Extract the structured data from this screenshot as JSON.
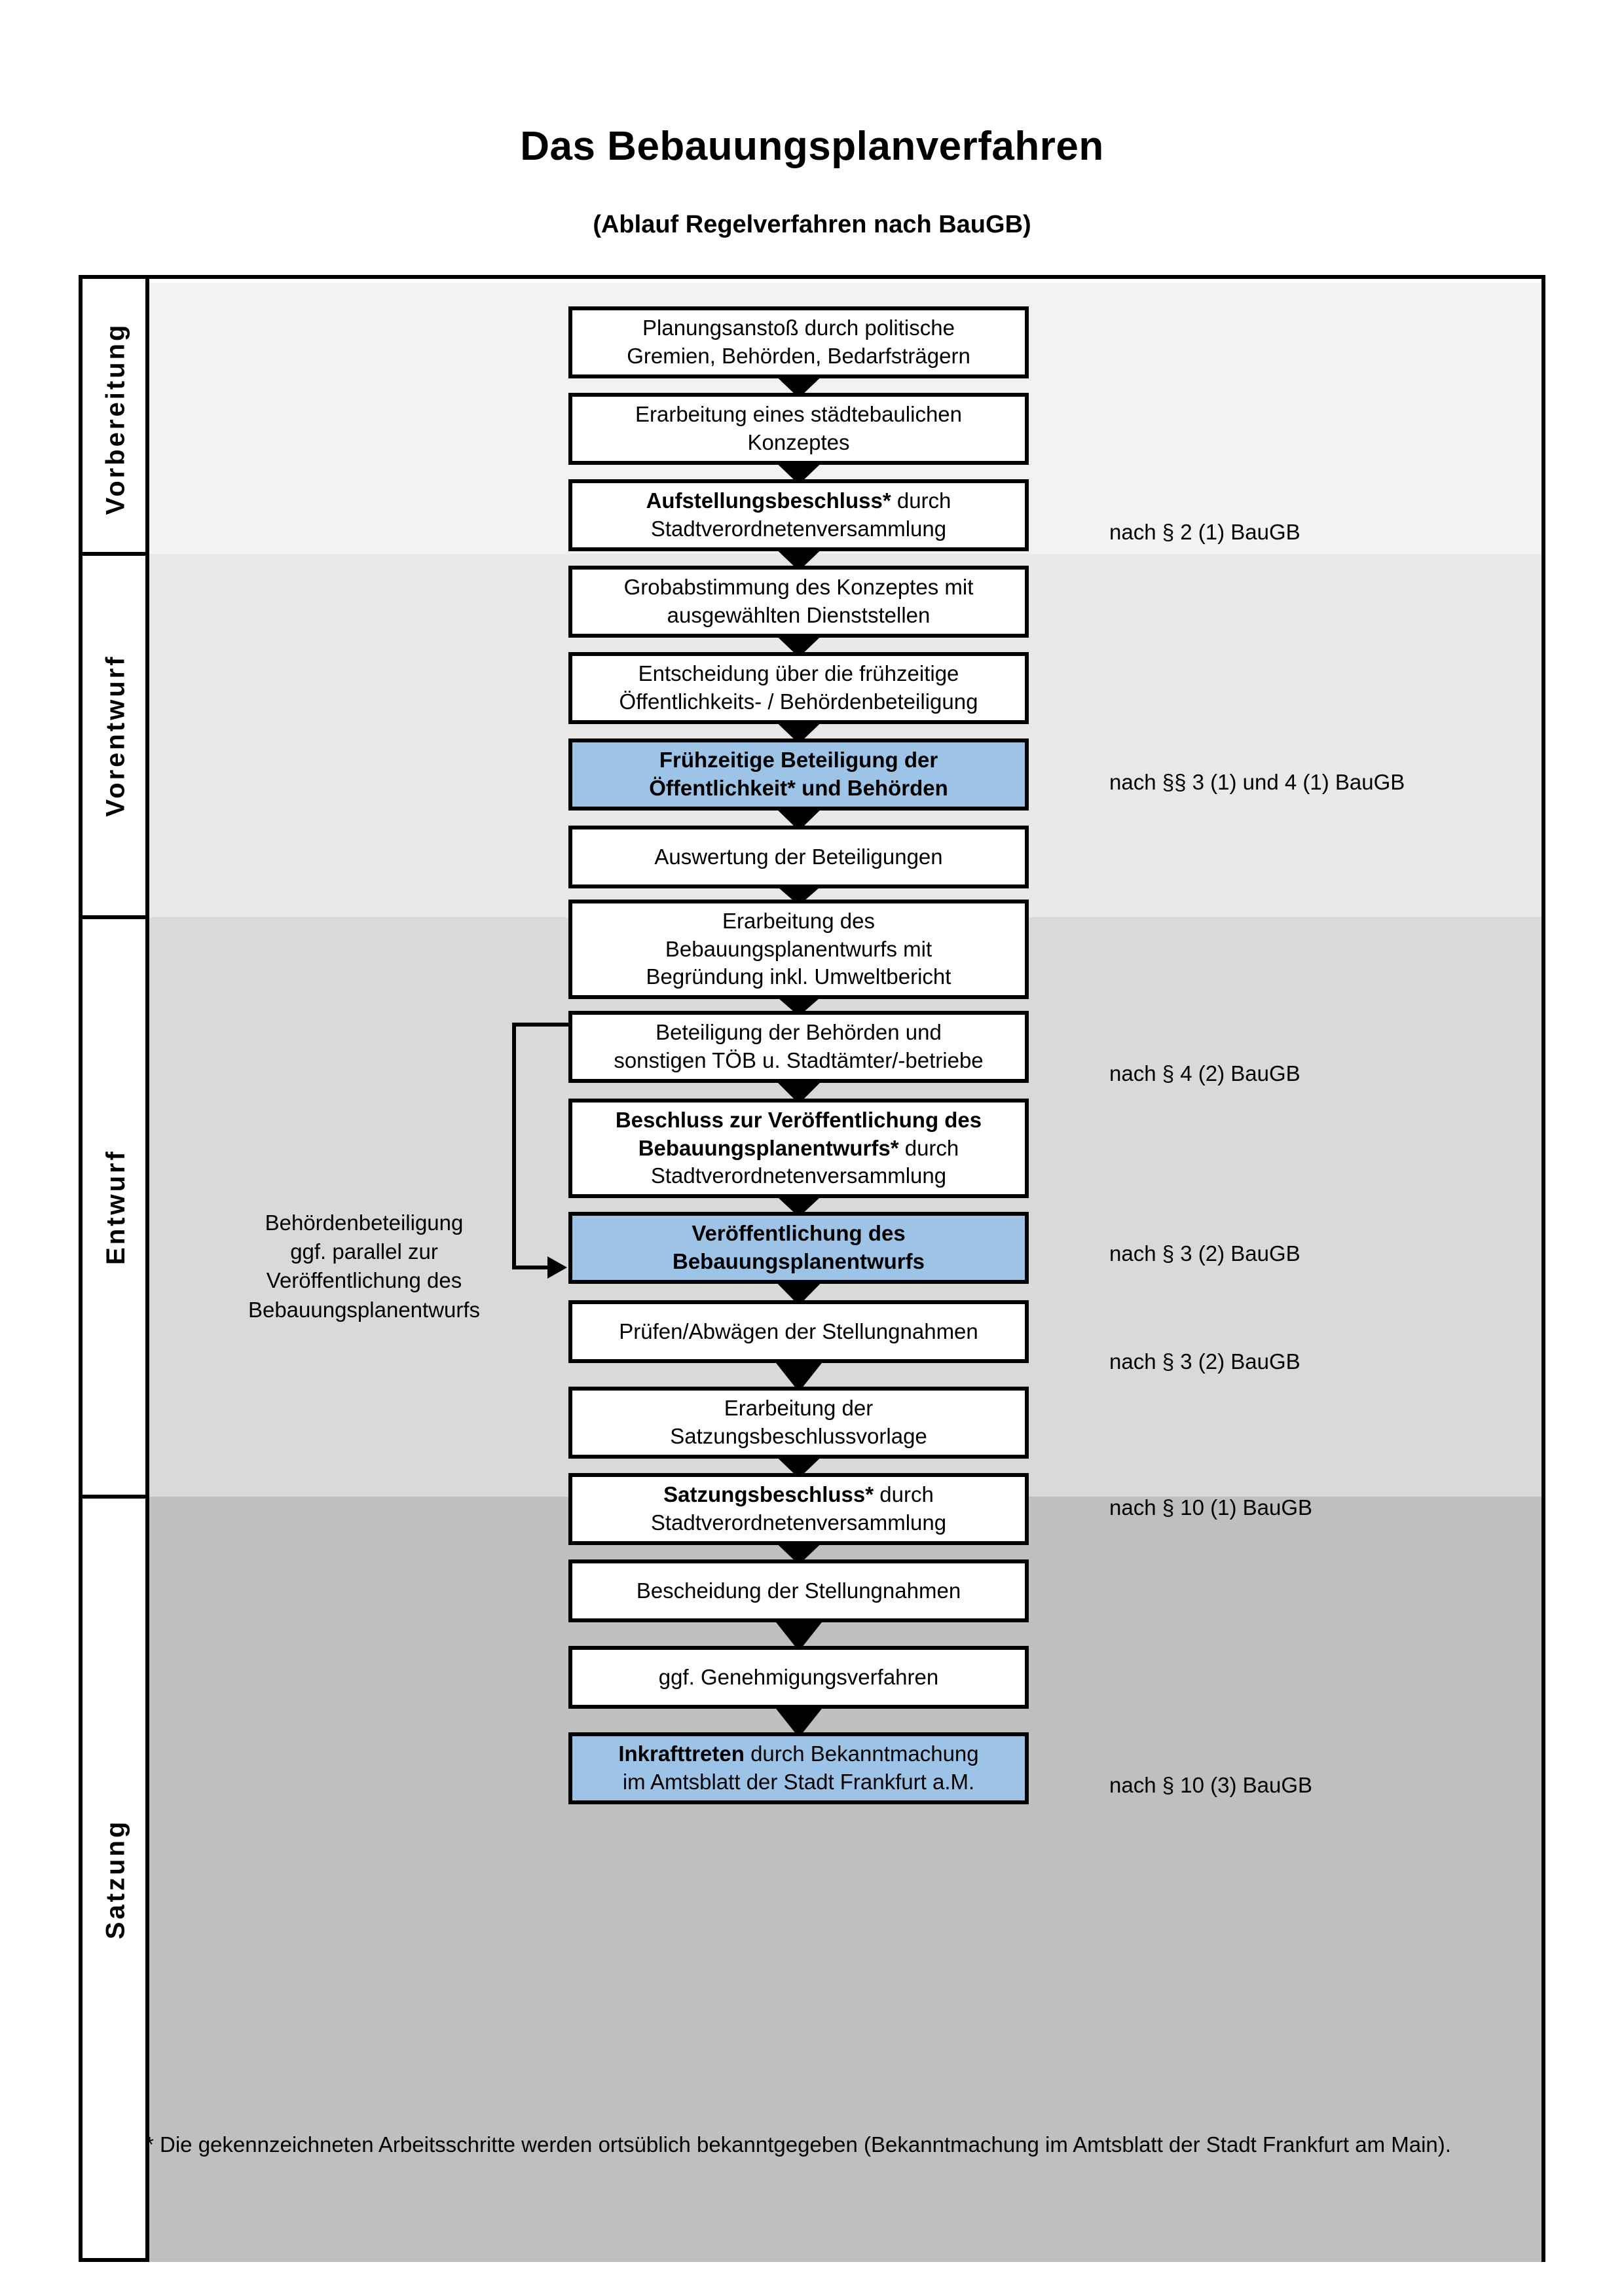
{
  "header": {
    "title": "Das Bebauungsplanverfahren",
    "subtitle": "(Ablauf Regelverfahren nach BauGB)"
  },
  "colors": {
    "highlight_blue": "#9DC3E6",
    "band_vorbereitung": "#F2F2F2",
    "band_vorentwurf": "#E8E8E8",
    "band_entwurf": "#D9D9D9",
    "band_satzung": "#BFBFBF",
    "border": "#000000"
  },
  "phases": [
    {
      "label": "Vorbereitung",
      "background": "#F2F2F2"
    },
    {
      "label": "Vorentwurf",
      "background": "#E8E8E8"
    },
    {
      "label": "Entwurf",
      "background": "#D9D9D9"
    },
    {
      "label": "Satzung",
      "background": "#BFBFBF"
    }
  ],
  "steps": [
    {
      "id": "planungsanstoss",
      "phase": "Vorbereitung",
      "highlight": false,
      "lines": [
        {
          "text": "Planungsanstoß durch politische",
          "bold": false
        },
        {
          "text": "Gremien, Behörden, Bedarfsträgern",
          "bold": false
        }
      ]
    },
    {
      "id": "erarbeitung-konzept",
      "phase": "Vorbereitung",
      "highlight": false,
      "lines": [
        {
          "text": "Erarbeitung eines städtebaulichen",
          "bold": false
        },
        {
          "text": "Konzeptes",
          "bold": false
        }
      ]
    },
    {
      "id": "aufstellungsbeschluss",
      "phase": "Vorbereitung",
      "highlight": false,
      "lines": [
        {
          "text": "Aufstellungsbeschluss*",
          "bold": true,
          "suffix": " durch"
        },
        {
          "text": "Stadtverordnetenversammlung",
          "bold": false
        }
      ]
    },
    {
      "id": "grobabstimmung",
      "phase": "Vorentwurf",
      "highlight": false,
      "lines": [
        {
          "text": "Grobabstimmung des Konzeptes mit",
          "bold": false
        },
        {
          "text": "ausgewählten Dienststellen",
          "bold": false
        }
      ]
    },
    {
      "id": "entscheidung-fruehzeitige",
      "phase": "Vorentwurf",
      "highlight": false,
      "lines": [
        {
          "text": "Entscheidung über die frühzeitige",
          "bold": false
        },
        {
          "text": "Öffentlichkeits- / Behördenbeteiligung",
          "bold": false
        }
      ]
    },
    {
      "id": "fruehzeitige-beteiligung",
      "phase": "Vorentwurf",
      "highlight": true,
      "lines": [
        {
          "text": "Frühzeitige Beteiligung der",
          "bold": true
        },
        {
          "text": "Öffentlichkeit* und Behörden",
          "bold": true
        }
      ]
    },
    {
      "id": "auswertung-beteiligungen",
      "phase": "Entwurf",
      "highlight": false,
      "lines": [
        {
          "text": "Auswertung der Beteiligungen",
          "bold": false
        }
      ]
    },
    {
      "id": "erarbeitung-entwurf",
      "phase": "Entwurf",
      "highlight": false,
      "lines": [
        {
          "text": "Erarbeitung des",
          "bold": false
        },
        {
          "text": "Bebauungsplanentwurfs mit",
          "bold": false
        },
        {
          "text": "Begründung inkl. Umweltbericht",
          "bold": false
        }
      ]
    },
    {
      "id": "beteiligung-behoerden",
      "phase": "Entwurf",
      "highlight": false,
      "lines": [
        {
          "text": "Beteiligung der Behörden und",
          "bold": false
        },
        {
          "text": "sonstigen TÖB u. Stadtämter/-betriebe",
          "bold": false
        }
      ]
    },
    {
      "id": "beschluss-veroeffentlichung",
      "phase": "Entwurf",
      "highlight": false,
      "lines": [
        {
          "text": "Beschluss zur Veröffentlichung des",
          "bold": true
        },
        {
          "text": "Bebauungsplanentwurfs*",
          "bold": true,
          "suffix": " durch"
        },
        {
          "text": "Stadtverordnetenversammlung",
          "bold": false
        }
      ]
    },
    {
      "id": "veroeffentlichung",
      "phase": "Entwurf",
      "highlight": true,
      "lines": [
        {
          "text": "Veröffentlichung des",
          "bold": true
        },
        {
          "text": "Bebauungsplanentwurfs",
          "bold": true
        }
      ]
    },
    {
      "id": "pruefen-abwaegen",
      "phase": "Satzung",
      "highlight": false,
      "lines": [
        {
          "text": "Prüfen/Abwägen der Stellungnahmen",
          "bold": false
        }
      ]
    },
    {
      "id": "erarbeitung-satzungsvorlage",
      "phase": "Satzung",
      "highlight": false,
      "lines": [
        {
          "text": "Erarbeitung der",
          "bold": false
        },
        {
          "text": "Satzungsbeschlussvorlage",
          "bold": false
        }
      ]
    },
    {
      "id": "satzungsbeschluss",
      "phase": "Satzung",
      "highlight": false,
      "lines": [
        {
          "text": "Satzungsbeschluss*",
          "bold": true,
          "suffix": " durch"
        },
        {
          "text": "Stadtverordnetenversammlung",
          "bold": false
        }
      ]
    },
    {
      "id": "bescheidung-stellungnahmen",
      "phase": "Satzung",
      "highlight": false,
      "lines": [
        {
          "text": "Bescheidung der Stellungnahmen",
          "bold": false
        }
      ]
    },
    {
      "id": "genehmigungsverfahren",
      "phase": "Satzung",
      "highlight": false,
      "lines": [
        {
          "text": "ggf. Genehmigungsverfahren",
          "bold": false
        }
      ]
    },
    {
      "id": "inkrafttreten",
      "phase": "Satzung",
      "highlight": true,
      "lines": [
        {
          "text": "Inkrafttreten",
          "bold": true,
          "suffix": " durch Bekanntmachung"
        },
        {
          "text": "im Amtsblatt der Stadt Frankfurt a.M.",
          "bold": false
        }
      ]
    }
  ],
  "legal_refs": [
    {
      "id": "ref-par2",
      "text": "nach § 2 (1) BauGB",
      "for_step": "aufstellungsbeschluss"
    },
    {
      "id": "ref-par3-1-4-1",
      "text": "nach §§ 3 (1) und 4 (1) BauGB",
      "for_step": "fruehzeitige-beteiligung"
    },
    {
      "id": "ref-par4-2",
      "text": "nach § 4 (2) BauGB",
      "for_step": "beteiligung-behoerden"
    },
    {
      "id": "ref-par3-2-a",
      "text": "nach § 3 (2) BauGB",
      "for_step": "beschluss-veroeffentlichung"
    },
    {
      "id": "ref-par3-2-b",
      "text": "nach § 3 (2) BauGB",
      "for_step": "veroeffentlichung"
    },
    {
      "id": "ref-par10-1",
      "text": "nach § 10 (1) BauGB",
      "for_step": "satzungsbeschluss"
    },
    {
      "id": "ref-par10-3",
      "text": "nach § 10 (3) BauGB",
      "for_step": "inkrafttreten"
    }
  ],
  "sidenote": {
    "lines": [
      "Behördenbeteiligung",
      "ggf. parallel zur",
      "Veröffentlichung des",
      "Bebauungsplanentwurfs"
    ]
  },
  "footnote": {
    "text": "* Die gekennzeichneten Arbeitsschritte werden ortsüblich bekanntgegeben (Bekanntmachung im Amtsblatt  der Stadt Frankfurt am Main)."
  }
}
